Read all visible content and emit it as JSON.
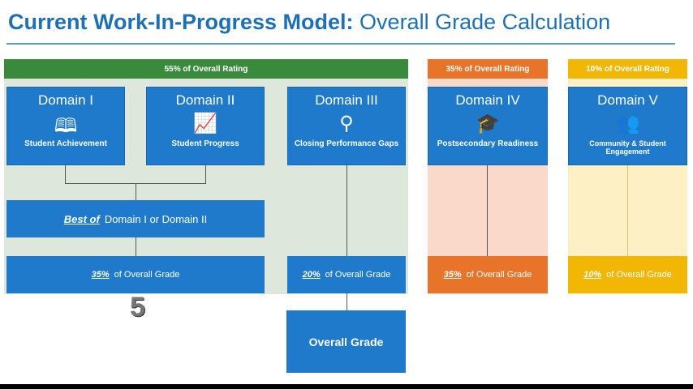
{
  "title": {
    "bold": "Current Work-In-Progress Model:",
    "rest": " Overall Grade Calculation"
  },
  "headers": {
    "green": "55% of Overall Rating",
    "orange": "35% of Overall Rating",
    "yellow": "10% of Overall Rating"
  },
  "domains": [
    {
      "title": "Domain I",
      "subtitle": "Student Achievement",
      "icon": "reading-student-icon"
    },
    {
      "title": "Domain II",
      "subtitle": "Student Progress",
      "icon": "progress-chart-icon"
    },
    {
      "title": "Domain III",
      "subtitle": "Closing Performance Gaps",
      "icon": "climbing-icon"
    },
    {
      "title": "Domain IV",
      "subtitle": "Postsecondary Readiness",
      "icon": "graduate-icon"
    },
    {
      "title": "Domain V",
      "subtitle": "Community & Student Engagement",
      "icon": "community-icon"
    }
  ],
  "best_of": {
    "emph": "Best of",
    "rest": "Domain I or Domain II"
  },
  "grades": [
    {
      "pct": "35%",
      "rest": "of Overall Grade"
    },
    {
      "pct": "20%",
      "rest": "of Overall Grade"
    },
    {
      "pct": "35%",
      "rest": "of Overall Grade"
    },
    {
      "pct": "10%",
      "rest": "of Overall Grade"
    }
  ],
  "overall": "Overall Grade",
  "overlay_digit": "5"
}
